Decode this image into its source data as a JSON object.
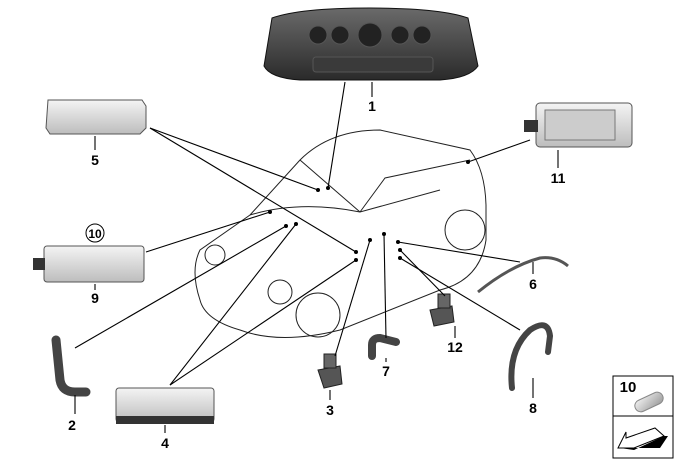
{
  "diagram": {
    "parts": [
      {
        "number": "1",
        "name": "roof-console-light"
      },
      {
        "number": "2",
        "name": "bent-tube"
      },
      {
        "number": "3",
        "name": "bracket-a"
      },
      {
        "number": "4",
        "name": "footwell-light"
      },
      {
        "number": "5",
        "name": "interior-light"
      },
      {
        "number": "6",
        "name": "light-guide"
      },
      {
        "number": "7",
        "name": "hose-bend"
      },
      {
        "number": "8",
        "name": "hose-assembly"
      },
      {
        "number": "9",
        "name": "luggage-light"
      },
      {
        "number": "10",
        "name": "bulb"
      },
      {
        "number": "11",
        "name": "vanity-light"
      },
      {
        "number": "12",
        "name": "bracket-b"
      }
    ],
    "inset_label": "10"
  }
}
